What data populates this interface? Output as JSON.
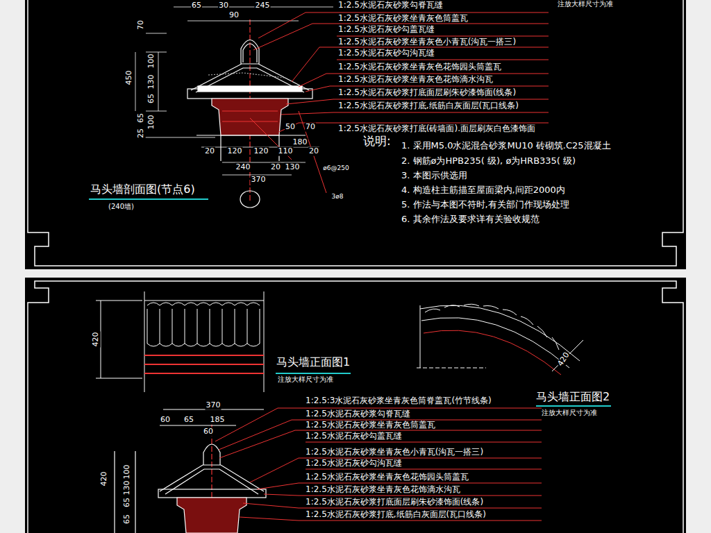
{
  "diagram": {
    "labels": [
      "65",
      "30",
      "245",
      "90",
      "70",
      "100",
      "450",
      "130",
      "65",
      "65",
      "100",
      "25",
      "1:2.5水泥石灰砂浆勾脊瓦缝",
      "1:2.5水泥石灰砂浆坐青灰色筒盖瓦",
      "1:2.5水泥石灰砂勾盖瓦缝",
      "1:2.5水泥石灰砂浆坐青灰色小青瓦(沟瓦一搭三)",
      "1:2.5水泥石灰砂勾沟瓦缝",
      "1:2.5水泥石灰砂浆坐青灰色花饰园头筒盖瓦",
      "1:2.5水泥石灰砂浆坐青灰色花饰滴水沟瓦",
      "1:2.5水泥石灰砂浆打底面层刷朱砂漆饰面(线条)",
      "1:2.5水泥石灰砂浆打底,纸筋白灰面层(瓦口线条)",
      "1:2.5水泥石灰砂浆打底(砖墙面).面层刷灰白色漆饰面",
      "50",
      "70",
      "20",
      "120",
      "120",
      "110",
      "180",
      "20",
      "240",
      "20",
      "130",
      "370",
      "ø6@250",
      "3ø8",
      "注放大样尺寸为准",
      "马头墙剖面图(节点6)",
      "(240墙)",
      "说明:",
      "1. 采用M5.0水泥混合砂浆MU10 砖砌筑.C25混凝土",
      "2. 钢筋ø为HPB235( 级), ø为HRB335( 级)",
      "3. 本图示供选用",
      "4. 构造柱主筋描至屋面梁内,间距2000内",
      "5. 作法与本图不符时,有关部门作现场处理",
      "6. 其余作法及要求详有关验收规范",
      "420",
      "马头墙正面图1",
      "注放大样尺寸为准",
      "420",
      "马头墙正面图2",
      "注放大样尺寸为准",
      "370",
      "60",
      "65",
      "185",
      "60",
      "420",
      "100",
      "130",
      "65",
      "65",
      "1:2.5:3水泥石灰砂浆坐青灰色筒脊盖瓦(竹节线条)",
      "1:2.5水泥石灰砂浆勾脊瓦缝",
      "1:2.5水泥石灰砂浆坐青灰色筒盖瓦",
      "1:2.5水泥石灰砂勾盖瓦缝",
      "1:2.5水泥石灰砂浆坐青灰色小青瓦(沟瓦一搭三)",
      "1:2.5水泥石灰砂勾沟瓦缝",
      "1:2.5水泥石灰砂浆坐青灰色花饰园头筒盖瓦",
      "1:2.5水泥石灰砂浆坐青灰色花饰滴水沟瓦",
      "1:2.5水泥石灰砂浆打底面层刷朱砂漆饰面(线条)",
      "1:2.5水泥石灰砂浆打底,纸筋白灰面层(瓦口线条)"
    ]
  }
}
